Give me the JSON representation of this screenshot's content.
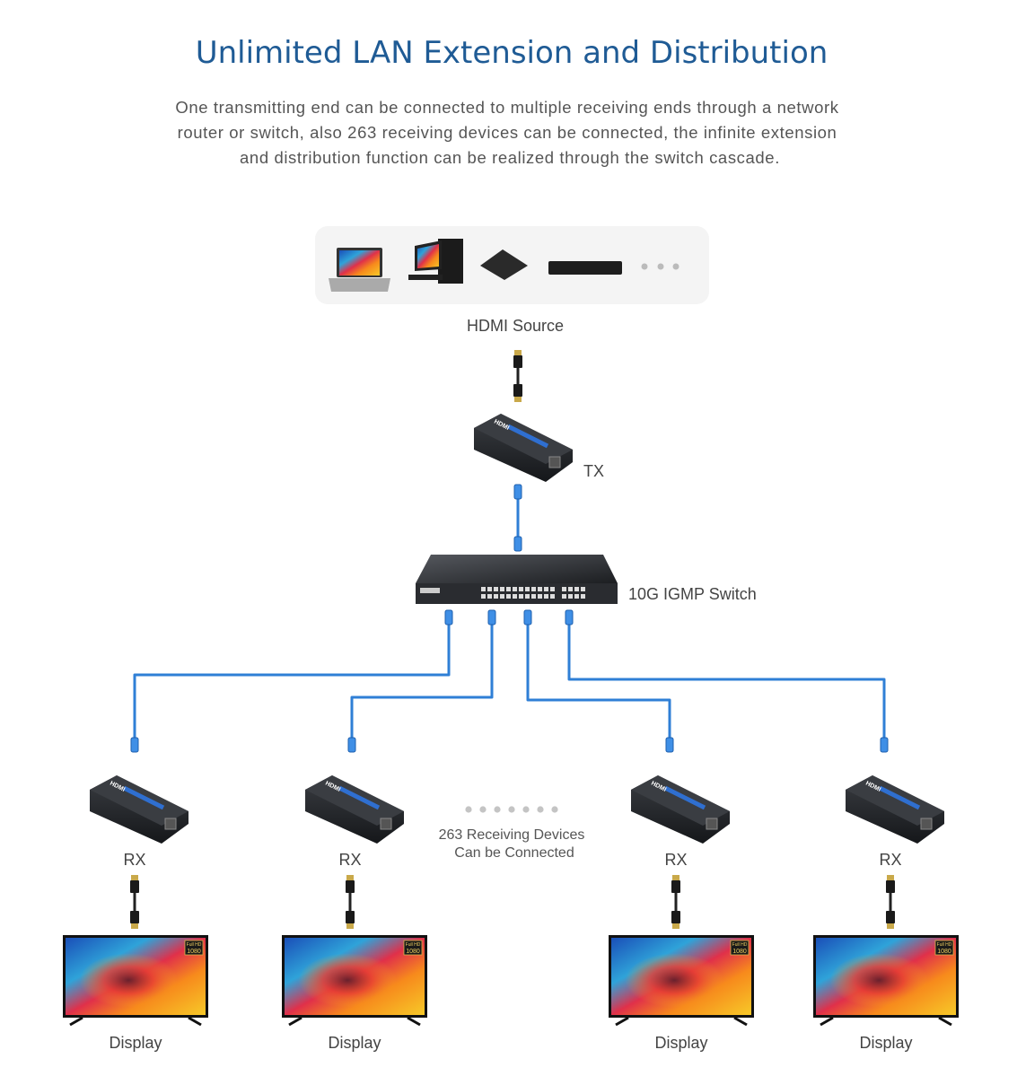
{
  "title": "Unlimited LAN Extension and Distribution",
  "description": [
    "One transmitting end can be connected to multiple receiving ends through a network",
    "router or switch, also 263 receiving devices can be connected, the infinite extension",
    "and distribution function can be realized through the switch cascade."
  ],
  "source": {
    "label": "HDMI Source",
    "devices": [
      "laptop-icon",
      "desktop-pc-icon",
      "tv-box-icon",
      "blu-ray-player-icon",
      "more-dots-icon"
    ]
  },
  "transmitter": {
    "label": "TX"
  },
  "switch": {
    "label": "10G IGMP Switch"
  },
  "receivers": [
    {
      "label": "RX",
      "display": "Display"
    },
    {
      "label": "RX",
      "display": "Display"
    },
    {
      "label": "RX",
      "display": "Display"
    },
    {
      "label": "RX",
      "display": "Display"
    }
  ],
  "receiver_note": [
    "263 Receiving Devices",
    "Can be Connected"
  ],
  "tv_badge": [
    "Full HD",
    "1080"
  ],
  "colors": {
    "title": "#1f5b95",
    "ethernet_cable": "#2f7fd6",
    "text": "#555555",
    "source_panel": "#f4f4f4"
  }
}
